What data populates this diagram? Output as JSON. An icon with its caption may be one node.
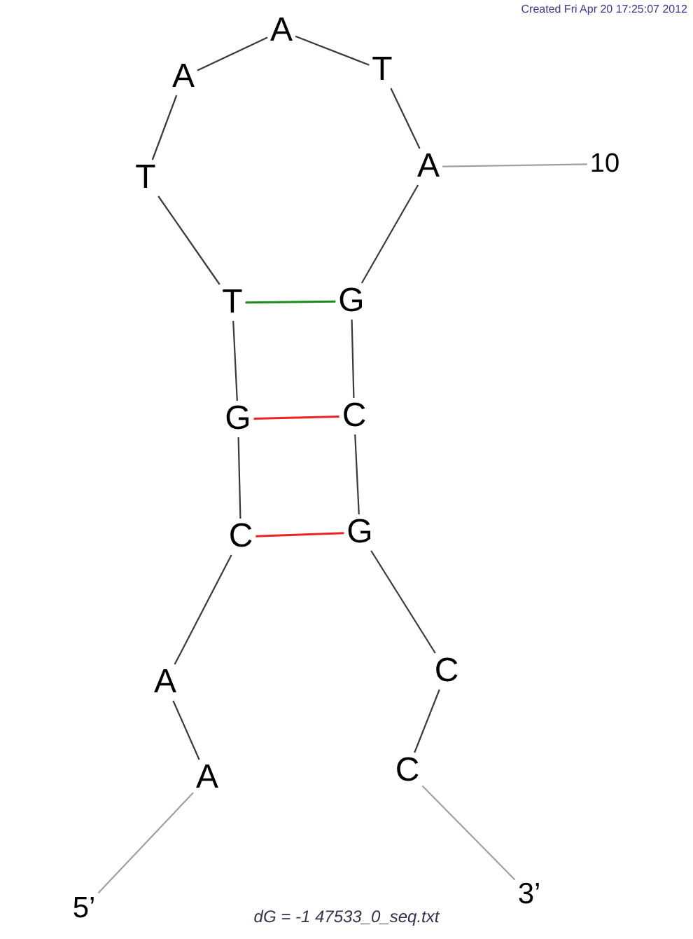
{
  "diagram": {
    "caption": "dG = -1 47533_0_seq.txt",
    "nodes": [
      {
        "text": [
          "5’"
        ]
      },
      {
        "text": [
          "A"
        ]
      },
      {
        "text": [
          "A"
        ]
      },
      {
        "text": [
          "C"
        ]
      },
      {
        "text": [
          "G"
        ]
      },
      {
        "text": [
          "T"
        ]
      },
      {
        "text": [
          "T"
        ]
      },
      {
        "text": [
          "A"
        ]
      },
      {
        "text": [
          "A"
        ]
      },
      {
        "text": [
          "T"
        ]
      },
      {
        "text": [
          "A"
        ]
      },
      {
        "text": [
          "G"
        ]
      },
      {
        "text": [
          "C"
        ]
      },
      {
        "text": [
          "G"
        ]
      },
      {
        "text": [
          "C"
        ]
      },
      {
        "text": [
          "C"
        ]
      },
      {
        "text": [
          "3’"
        ]
      },
      {
        "text": [
          "10"
        ]
      }
    ],
    "edges": [
      {
        "from": 0,
        "to": 1,
        "arrow": "none",
        "color": "#a0a0a0"
      },
      {
        "from": 1,
        "to": 2,
        "arrow": "none"
      },
      {
        "from": 2,
        "to": 3,
        "arrow": "none"
      },
      {
        "from": 3,
        "to": 4,
        "arrow": "none"
      },
      {
        "from": 4,
        "to": 5,
        "arrow": "none"
      },
      {
        "from": 5,
        "to": 6,
        "arrow": "none"
      },
      {
        "from": 6,
        "to": 7,
        "arrow": "none"
      },
      {
        "from": 7,
        "to": 8,
        "arrow": "none"
      },
      {
        "from": 8,
        "to": 9,
        "arrow": "none"
      },
      {
        "from": 9,
        "to": 10,
        "arrow": "none"
      },
      {
        "from": 10,
        "to": 11,
        "arrow": "none"
      },
      {
        "from": 11,
        "to": 12,
        "arrow": "none"
      },
      {
        "from": 12,
        "to": 13,
        "arrow": "none"
      },
      {
        "from": 13,
        "to": 14,
        "arrow": "none"
      },
      {
        "from": 14,
        "to": 15,
        "arrow": "none"
      },
      {
        "from": 15,
        "to": 16,
        "arrow": "none",
        "color": "#a0a0a0"
      },
      {
        "from": 5,
        "to": 11,
        "arrow": "none",
        "color": "#1a8a1a"
      },
      {
        "from": 4,
        "to": 12,
        "arrow": "none",
        "color": "#ee2222"
      },
      {
        "from": 3,
        "to": 13,
        "arrow": "none",
        "color": "#ee2222"
      },
      {
        "from": 17,
        "to": 10,
        "arrow": "none",
        "color": "#a0a0a0"
      }
    ],
    "labels": [
      "Created Fri Apr 20 17:25:07 2012"
    ]
  }
}
